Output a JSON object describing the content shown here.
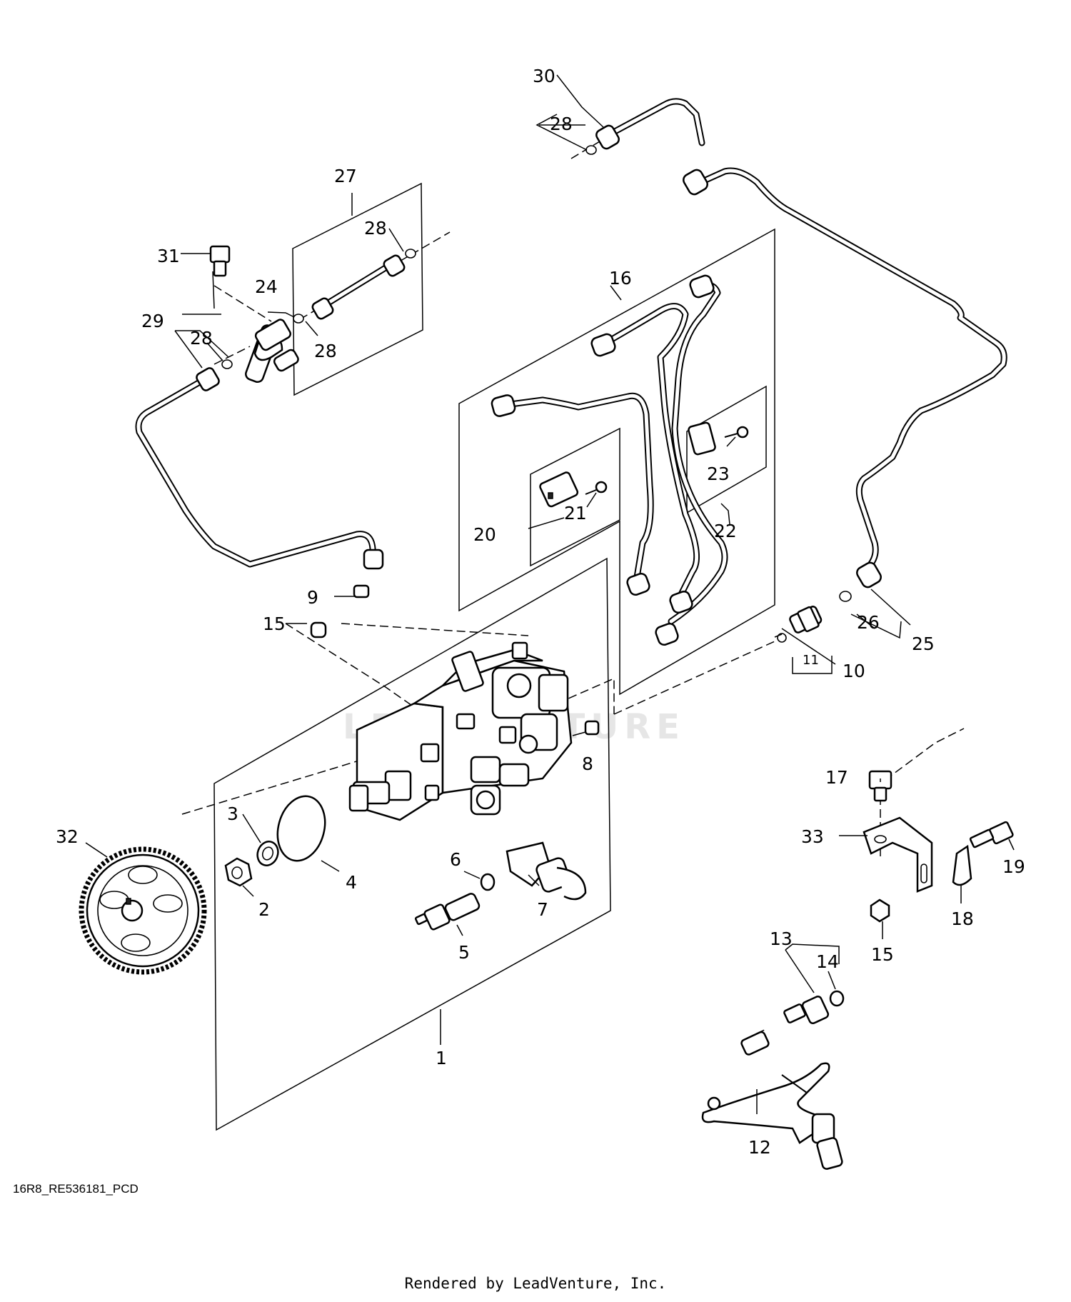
{
  "diagram": {
    "drawing_code": "16R8_RE536181_PCD",
    "footer": "Rendered by LeadVenture, Inc.",
    "watermark": "LEADVENTURE",
    "callouts": [
      "1",
      "2",
      "3",
      "4",
      "5",
      "6",
      "7",
      "8",
      "9",
      "10",
      "11",
      "12",
      "13",
      "14",
      "15",
      "15",
      "16",
      "17",
      "18",
      "19",
      "20",
      "21",
      "22",
      "23",
      "24",
      "25",
      "26",
      "27",
      "28",
      "28",
      "28",
      "28",
      "29",
      "30",
      "31",
      "32",
      "33"
    ]
  }
}
